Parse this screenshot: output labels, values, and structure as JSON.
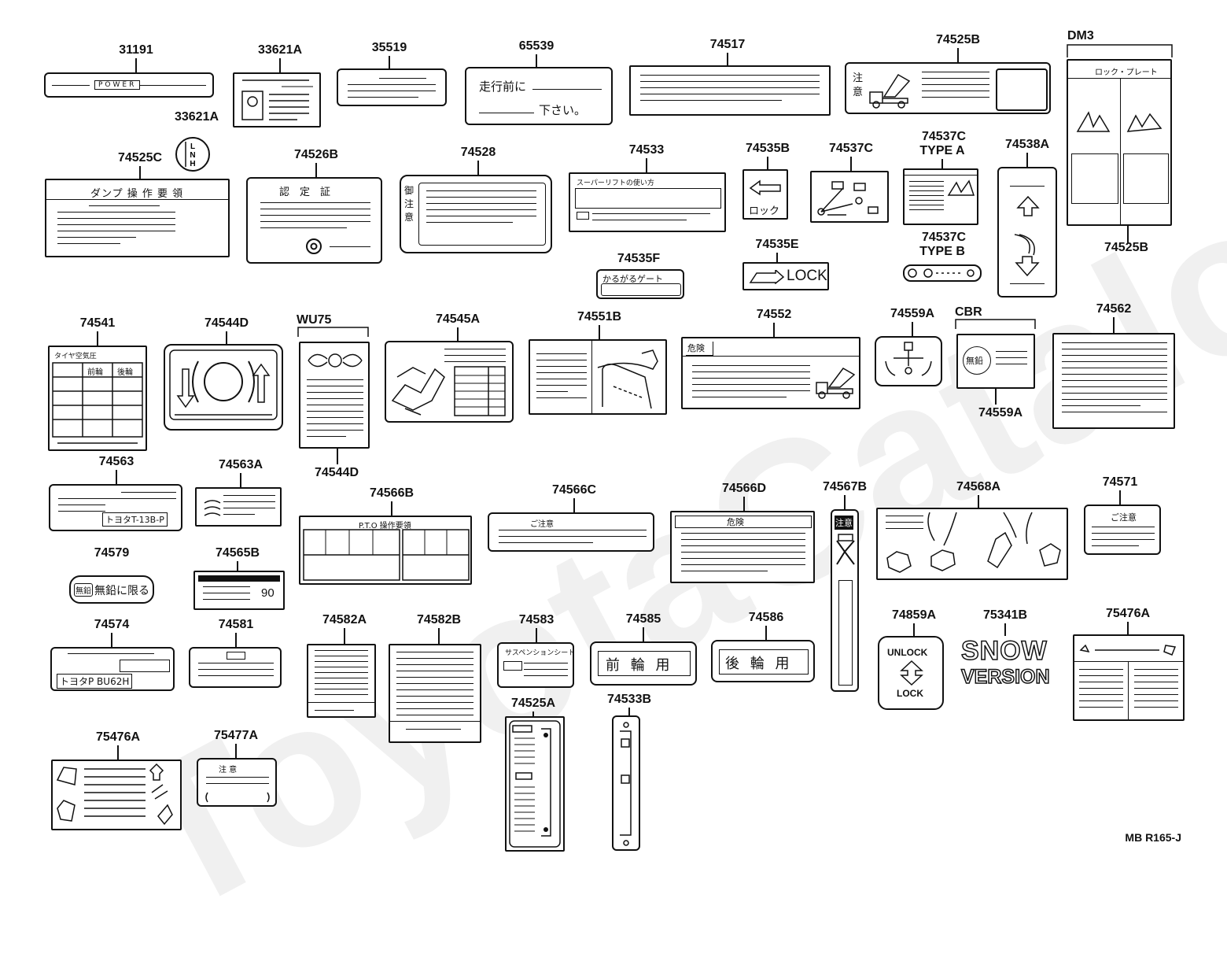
{
  "diagram": {
    "reference": "MB R165-J",
    "watermark": "ToyotaCatalog",
    "part_numbers": {
      "p31191": "31191",
      "p33621A_top": "33621A",
      "p33621A_knob": "33621A",
      "p35519": "35519",
      "p65539": "65539",
      "p74517": "74517",
      "p74525B_top": "74525B",
      "dm3": "DM3",
      "p74525B_side": "74525B",
      "p74525C": "74525C",
      "p74526B": "74526B",
      "p74528": "74528",
      "p74533": "74533",
      "p74535B": "74535B",
      "p74537C": "74537C",
      "p74537C_typeA": "74537C",
      "typeA": "TYPE A",
      "p74537C_typeB": "74537C",
      "typeB": "TYPE B",
      "p74538A": "74538A",
      "p74535E": "74535E",
      "p74535F": "74535F",
      "p74541": "74541",
      "p74544D_top": "74544D",
      "wu75": "WU75",
      "p74544D_bottom": "74544D",
      "p74545A": "74545A",
      "p74551B": "74551B",
      "p74552": "74552",
      "p74559A_top": "74559A",
      "cbr": "CBR",
      "p74559A_bottom": "74559A",
      "p74562": "74562",
      "p74563": "74563",
      "p74563A": "74563A",
      "p74566B": "74566B",
      "p74566C": "74566C",
      "p74566D": "74566D",
      "p74567B": "74567B",
      "p74568A": "74568A",
      "p74571": "74571",
      "p74579": "74579",
      "p74565B": "74565B",
      "p74574": "74574",
      "p74581": "74581",
      "p74582A": "74582A",
      "p74582B": "74582B",
      "p74583": "74583",
      "p74585": "74585",
      "p74586": "74586",
      "p74859A": "74859A",
      "p75341B": "75341B",
      "p75476A_right": "75476A",
      "p75476A_left": "75476A",
      "p75477A": "75477A",
      "p74525A": "74525A",
      "p74533B": "74533B"
    },
    "label_text": {
      "power": "POWER",
      "knob_lnh": "L N H",
      "drive_before": "走行前に",
      "kudasai": "下さい。",
      "caution_vertical": "注 意",
      "lock_plate": "ロック・プレート",
      "dump_operation": "ダンプ 操 作 要 領",
      "certificate": "認　定　証",
      "caution_vertical2": "御 注 意",
      "super_lift": "スーパーリフトの使い方",
      "lock_jp": "ロック",
      "lock_en": "LOCK",
      "karugaru": "かるがるゲート",
      "tire_pressure": "タイヤ空気圧",
      "front_wheel": "前輪",
      "rear_wheel": "後輪",
      "kiken": "危険",
      "muen": "無鉛",
      "toyota_13b": "トヨタT-13B-P",
      "pto": "P.T.O 操作要領",
      "gochui": "ご注意",
      "muen_only": "無鉛に限る",
      "muen_small": "無鉛",
      "value_90": "90",
      "toyota_bu62h": "トヨタP  BU62H",
      "front_wheel_use": "前 輪 用",
      "rear_wheel_use": "後 輪 用",
      "unlock": "UNLOCK",
      "lock": "LOCK",
      "snow": "SNOW",
      "version": "VERSION",
      "chui": "注意",
      "suspension_seat": "サスペンションシート"
    }
  }
}
